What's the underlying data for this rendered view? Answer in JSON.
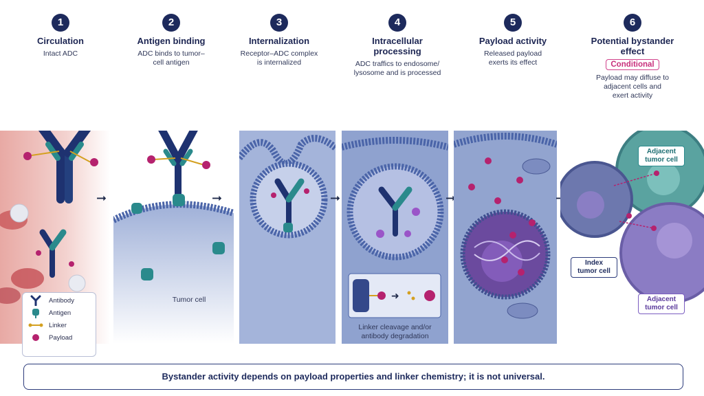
{
  "steps": [
    {
      "num": "1",
      "title": "Circulation",
      "desc": "Intact ADC"
    },
    {
      "num": "2",
      "title": "Antigen binding",
      "desc": "ADC binds to tumor–cell antigen"
    },
    {
      "num": "3",
      "title": "Internalization",
      "desc": "Receptor–ADC complex is internalized"
    },
    {
      "num": "4",
      "title": "Intracellular processing",
      "desc": "ADC traffics to endosome/ lysosome and is processed"
    },
    {
      "num": "5",
      "title": "Payload activity",
      "desc": "Released payload exerts its effect"
    },
    {
      "num": "6",
      "title": "Potential bystander effect",
      "badge": "Conditional",
      "desc": "Payload may diffuse to adjacent cells and exert activity"
    }
  ],
  "labels": {
    "tumor_cell": "Tumor cell",
    "linker_cleavage": "Linker cleavage and/or antibody degradation",
    "adjacent_1": "Adjacent tumor cell",
    "adjacent_2": "Adjacent tumor cell",
    "index": "Index tumor cell"
  },
  "legend": [
    {
      "label": "Antibody",
      "icon": "antibody-icon"
    },
    {
      "label": "Antigen",
      "icon": "antigen-icon"
    },
    {
      "label": "Linker",
      "icon": "linker-icon"
    },
    {
      "label": "Payload",
      "icon": "payload-icon"
    }
  ],
  "footer": "Bystander activity depends on payload properties and linker chemistry; it is not universal.",
  "colors": {
    "antibody": "#1e3270",
    "antigen": "#2a8a8c",
    "linker": "#d4a020",
    "payload": "#b5226e",
    "navy": "#1d2a5c",
    "conditional": "#c8307c"
  }
}
